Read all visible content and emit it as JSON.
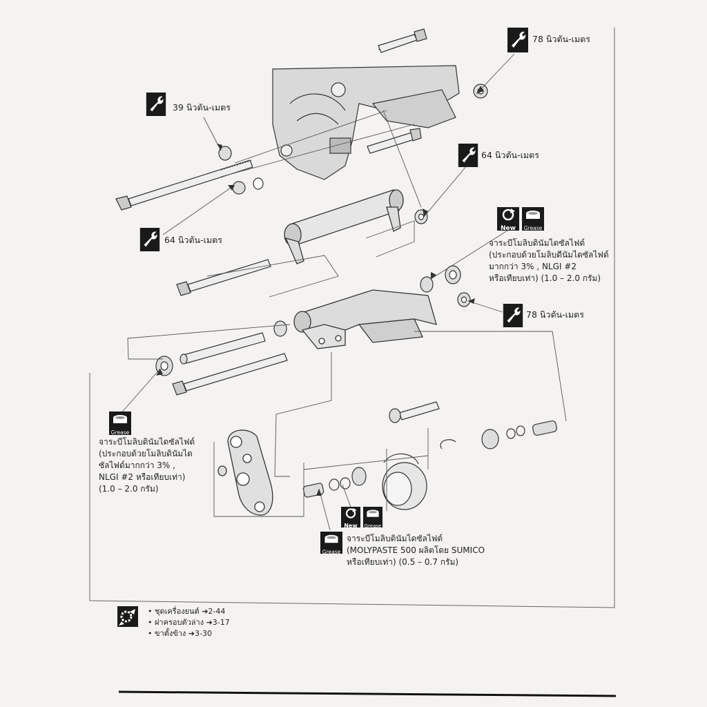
{
  "torque_labels": {
    "t1": "78 นิวตัน-เมตร",
    "t2": "39 นิวตัน-เมตร",
    "t3": "64 นิวตัน-เมตร",
    "t4": "64 นิวตัน-เมตร",
    "t5": "78 นิวตัน-เมตร"
  },
  "icons": {
    "wrench": "wrench-icon",
    "new": "replace-new-icon",
    "grease": "grease-icon",
    "service": "service-info-icon",
    "new_caption": "New",
    "grease_caption": "Grease"
  },
  "notes": {
    "right": [
      "จาระบีโมลิบดินัมไดซัลไฟด์",
      "(ประกอบด้วยโมลิบดีนัมไดซัลไฟด์",
      "มากกว่า 3% , NLGI #2",
      "หรือเทียบเท่า) (1.0 – 2.0 กรัม)"
    ],
    "left": [
      "จาระบีโมลิบดินัมไดซัลไฟด์",
      "(ประกอบด้วยโมลิบดินัมได",
      "ซัลไฟด์มากกว่า 3% ,",
      "NLGI #2 หรือเทียบเท่า)",
      "(1.0 – 2.0 กรัม)"
    ],
    "bottom": [
      "จาระบีโมลิบดินัมไดซัลไฟด์",
      "(MOLYPASTE 500 ผลิตโดย SUMICO",
      "หรือเทียบเท่า) (0.5 – 0.7 กรัม)"
    ]
  },
  "references": [
    "•  ชุดเครื่องยนต์ ➔2-44",
    "•  ฝาครอบตัวล่าง ➔3-17",
    "•  ขาตั้งข้าง ➔3-30"
  ]
}
